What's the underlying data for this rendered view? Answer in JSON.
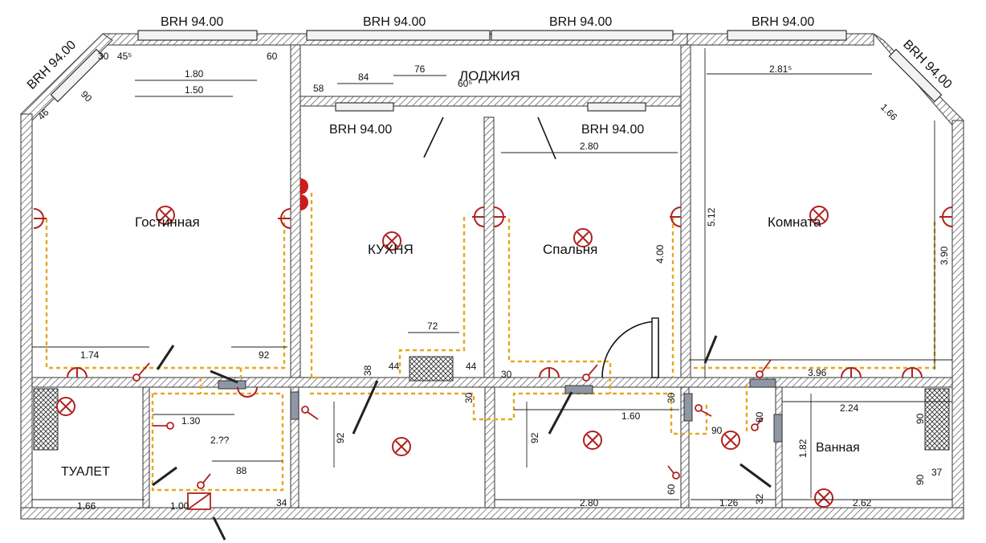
{
  "rooms": {
    "living": "Гостинная",
    "kitchen": "КУХНЯ",
    "bedroom": "Спальня",
    "room": "Комната",
    "loggia": "ЛОДЖИЯ",
    "toilet": "ТУАЛЕТ",
    "bath": "Ванная"
  },
  "windows": {
    "w1": "BRH 94.00",
    "w2": "BRH 94.00",
    "w3": "BRH 94.00",
    "w4": "BRH 94.00",
    "w5": "BRH 94.00",
    "w6": "BRH 94.00",
    "w7": "BRH 94.00",
    "w8": "BRH 94.00"
  },
  "dims": {
    "d_30": "30",
    "d_45": "45⁵",
    "d_60a": "60",
    "d_180": "1.80",
    "d_150": "1.50",
    "d_90a": "90",
    "d_46": "46",
    "d_58": "58",
    "d_84": "84",
    "d_76": "76",
    "d_605": "60⁵",
    "d_2815": "2.81⁵",
    "d_166a": "1.66",
    "d_280a": "2.80",
    "d_512": "5.12",
    "d_400": "4.00",
    "d_390": "3.90",
    "d_174": "1.74",
    "d_92a": "92",
    "d_72": "72",
    "d_38": "38",
    "d_44a": "44",
    "d_44b": "44",
    "d_30b": "30",
    "d_30c": "30",
    "d_30d": "30",
    "d_396": "3.96",
    "d_130": "1.30",
    "d_2xx": "2.??",
    "d_88": "88",
    "d_92b": "92",
    "d_92c": "92",
    "d_160": "1.60",
    "d_90b": "90",
    "d_80": "80",
    "d_224": "2.24",
    "d_90c": "90",
    "d_182": "1.82",
    "d_90d": "90",
    "d_37": "37",
    "d_166b": "1.66",
    "d_100": "1.00",
    "d_34": "34",
    "d_280b": "2.80",
    "d_60b": "60",
    "d_126": "1.26",
    "d_32": "32",
    "d_262": "2.62"
  },
  "colors": {
    "wiring": "#e6a820",
    "fixture": "#b0221f",
    "wall_hatch": "#555555",
    "radiator": "#8e97a3"
  }
}
